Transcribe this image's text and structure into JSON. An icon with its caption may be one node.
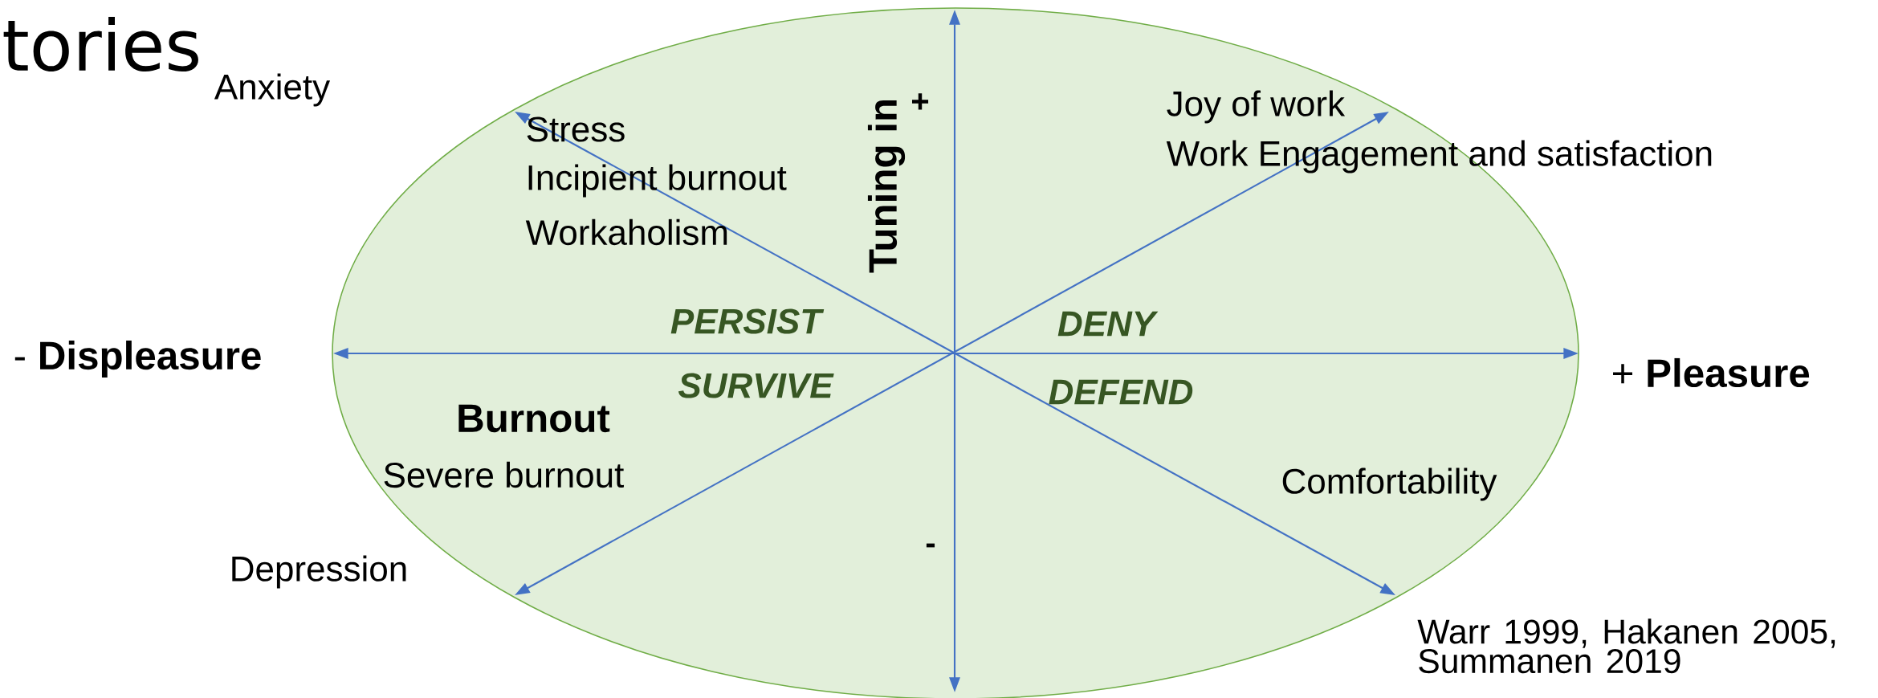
{
  "diagram": {
    "title": "tories",
    "labels": [
      "Anxiety",
      "Stress",
      "Incipient burnout",
      "Workaholism",
      "Tuning in",
      "+",
      "Joy of work",
      "Work Engagement and satisfaction",
      "PERSIST",
      "DENY",
      "- **Displeasure**",
      "+ **Pleasure**",
      "SURVIVE",
      "DEFEND",
      "Burnout",
      "Severe burnout",
      "Comfortability",
      "Depression",
      "-",
      "Warr 1999, Hakanen 2005, Summanen 2019"
    ]
  }
}
